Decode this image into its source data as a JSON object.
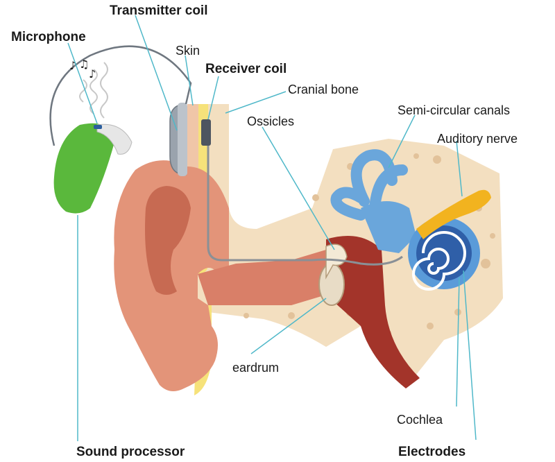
{
  "labels": {
    "transmitter_coil": "Transmitter coil",
    "microphone": "Microphone",
    "skin": "Skin",
    "receiver_coil": "Receiver coil",
    "cranial_bone": "Cranial bone",
    "ossicles": "Ossicles",
    "semicircular_canals": "Semi-circular canals",
    "auditory_nerve": "Auditory nerve",
    "eardrum": "eardrum",
    "cochlea": "Cochlea",
    "sound_processor": "Sound processor",
    "electrodes": "Electrodes"
  },
  "colors": {
    "bone": "#f3dfc0",
    "bone_pores": "#e2c29a",
    "skin_layer": "#f6e27a",
    "ear_skin": "#e39479",
    "ear_dark": "#b8503c",
    "canal_red": "#a3342a",
    "inner_ear_blue": "#6aa6db",
    "cochlea_blue": "#2f5fa8",
    "nerve": "#f2b31f",
    "processor_green": "#5ab83c",
    "processor_white": "#e6e6e6",
    "coil_grey": "#9aa3ad",
    "leader_line": "#4fb8c9",
    "wire": "#8a9096"
  }
}
